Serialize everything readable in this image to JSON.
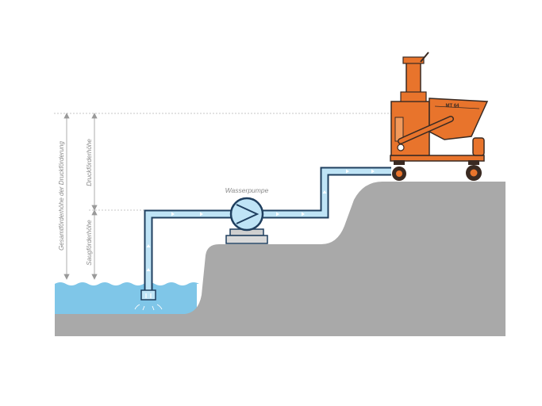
{
  "labels": {
    "pump": "Wasserpumpe",
    "total_head": "Gesamtförderhöhe der Druckförderung",
    "delivery_head": "Druckförderhöhe",
    "suction_head": "Saugförderhöhe",
    "machine_badge": "MT 64"
  },
  "colors": {
    "ground": "#a9a9a9",
    "water": "#7fc6e8",
    "pipe_fill": "#bfe4f6",
    "pipe_outline": "#1f3f5f",
    "machine": "#e8742c",
    "machine_dark": "#3a2a22",
    "dimension_line": "#9a9a9a"
  }
}
